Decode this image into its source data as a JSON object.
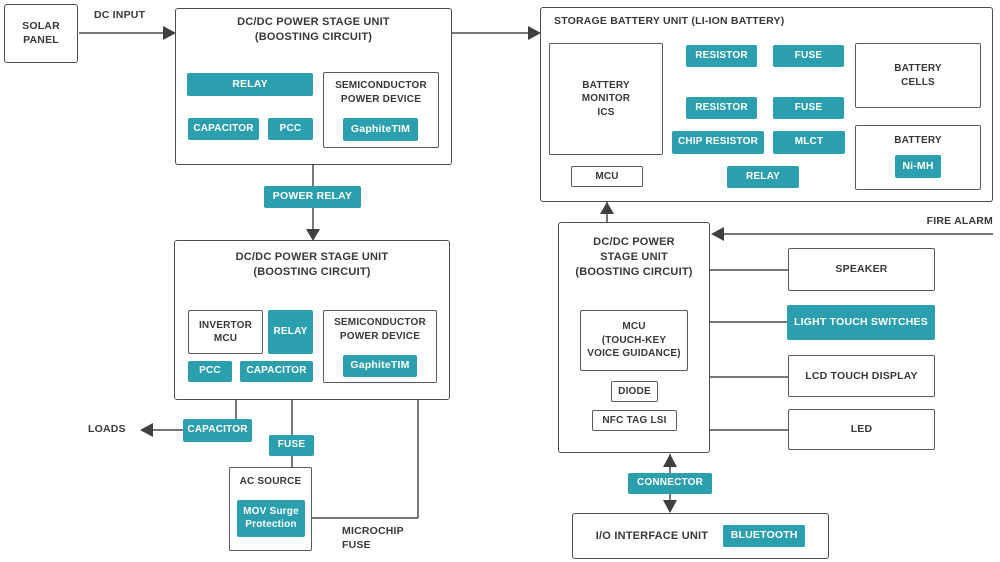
{
  "colors": {
    "teal": "#2b9fad",
    "line": "#4a4a4a",
    "text": "#383838",
    "background": "#ffffff"
  },
  "solar_panel": {
    "line1": "SOLAR",
    "line2": "PANEL"
  },
  "dc_input": "DC INPUT",
  "unit1": {
    "title_line1": "DC/DC POWER STAGE UNIT",
    "title_line2": "(BOOSTING CIRCUIT)",
    "relay": "RELAY",
    "capacitor": "CAPACITOR",
    "pcc": "PCC",
    "semiconductor": {
      "line1": "SEMICONDUCTOR",
      "line2": "POWER DEVICE",
      "chip": "GaphiteTIM"
    }
  },
  "power_relay": "POWER RELAY",
  "unit2": {
    "title_line1": "DC/DC POWER STAGE UNIT",
    "title_line2": "(BOOSTING CIRCUIT)",
    "invertor_mcu": {
      "line1": "INVERTOR",
      "line2": "MCU"
    },
    "relay": "RELAY",
    "pcc": "PCC",
    "capacitor": "CAPACITOR",
    "semiconductor": {
      "line1": "SEMICONDUCTOR",
      "line2": "POWER DEVICE",
      "chip": "GaphiteTIM"
    }
  },
  "loads": "LOADS",
  "output": {
    "capacitor": "CAPACITOR",
    "fuse": "FUSE"
  },
  "ac_source": {
    "title": "AC SOURCE",
    "mov_line1": "MOV Surge",
    "mov_line2": "Protection"
  },
  "microchip_fuse": {
    "line1": "MICROCHIP",
    "line2": "FUSE"
  },
  "storage_unit": {
    "title": "STORAGE BATTERY UNIT (LI-ION BATTERY)",
    "battery_monitor": {
      "line1": "BATTERY",
      "line2": "MONITOR",
      "line3": "ICS"
    },
    "mcu": "MCU",
    "resistor_top": "RESISTOR",
    "resistor_bottom": "RESISTOR",
    "fuse_top": "FUSE",
    "fuse_bottom": "FUSE",
    "chip_resistor": "CHIP RESISTOR",
    "mlct": "MLCT",
    "relay": "RELAY",
    "battery_cells": {
      "line1": "BATTERY",
      "line2": "CELLS"
    },
    "battery": {
      "title": "BATTERY",
      "chip": "Ni-MH"
    }
  },
  "unit3": {
    "title_line1": "DC/DC POWER",
    "title_line2": "STAGE UNIT",
    "title_line3": "(BOOSTING CIRCUIT)",
    "mcu": {
      "line1": "MCU",
      "line2": "(TOUCH-KEY",
      "line3": "VOICE GUIDANCE)"
    },
    "diode": "DIODE",
    "nfc": "NFC TAG LSI"
  },
  "fire_alarm": "FIRE ALARM",
  "peripherals": {
    "speaker": "SPEAKER",
    "light_touch": "LIGHT TOUCH SWITCHES",
    "lcd": "LCD TOUCH DISPLAY",
    "led": "LED"
  },
  "connector": "CONNECTOR",
  "io_unit": {
    "title": "I/O INTERFACE UNIT",
    "bluetooth": "BLUETOOTH"
  }
}
